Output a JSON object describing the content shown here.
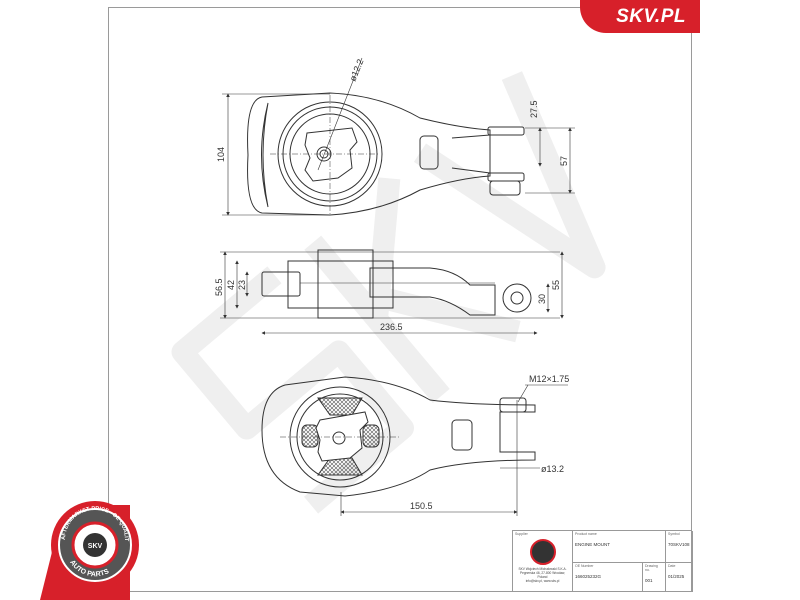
{
  "brand": {
    "label": "SKV.PL",
    "color": "#d7202a"
  },
  "watermark": {
    "text": "SKV"
  },
  "seal": {
    "ring_text": "AFTERMARKET PRICE · OE QUALITY",
    "bottom_text": "AUTO PARTS",
    "center_text": "SKV",
    "color": "#d7202a"
  },
  "views": {
    "top": {
      "dims": {
        "diameter": "ø12.2",
        "height": "104",
        "offset": "27.5",
        "lug_span": "57"
      }
    },
    "side": {
      "dims": {
        "overall": "56.5",
        "inner": "42",
        "small": "23",
        "eye": "30",
        "right_height": "55",
        "length": "236.5"
      }
    },
    "bottom": {
      "dims": {
        "thread": "M12×1.75",
        "bore": "ø13.2",
        "length": "150.5"
      }
    }
  },
  "title_block": {
    "supplier_label": "Supplier",
    "supplier_lines": [
      "SKV Wojciech Michałowski S.K.A.",
      "Pegnerska 46, 27-800 Wrocław, Poland",
      "info@skv.pl, www.skv.pl"
    ],
    "product_name_label": "Product name",
    "product_name": "ENGINE MOUNT",
    "symbol_label": "Symbol",
    "symbol": "70SKV108",
    "oe_number_label": "OE Number",
    "oe_number": "166025232G",
    "drawing_no_label": "Drawing no.",
    "drawing_no": "001",
    "date_label": "Date",
    "date": "01/2025"
  }
}
